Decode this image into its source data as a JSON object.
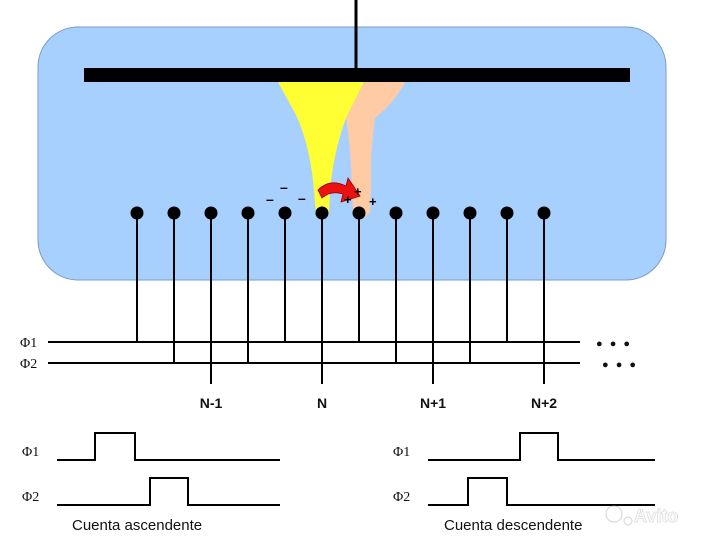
{
  "phase_labels": {
    "phi1": "Φ1",
    "phi2": "Φ2"
  },
  "electrode_labels": [
    "N-1",
    "N",
    "N+1",
    "N+2"
  ],
  "continuation_dots": "● ● ●",
  "charge_signs": {
    "minus": "–",
    "plus": "+"
  },
  "timing": {
    "ascending": {
      "phi1": "Φ1",
      "phi2": "Φ2",
      "caption": "Cuenta ascendente"
    },
    "descending": {
      "phi1": "Φ1",
      "phi2": "Φ2",
      "caption": "Cuenta descendente"
    }
  },
  "watermark": "Avito",
  "colors": {
    "tube_fill": "#a8d0ff",
    "glow_cathode": "#ffff33",
    "glow_next": "#ffcba4",
    "arrow": "#ee1111",
    "ink": "#000000"
  }
}
